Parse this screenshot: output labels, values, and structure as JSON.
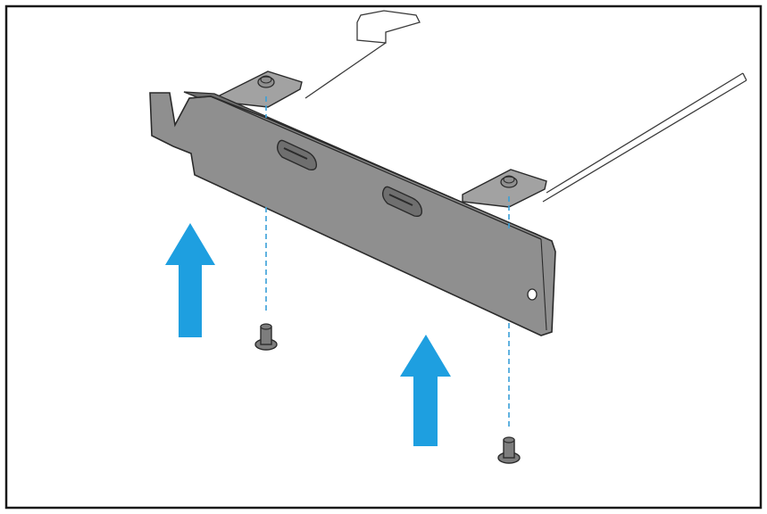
{
  "diagram": {
    "colors": {
      "frame": "#1a1a1a",
      "bracket_fill": "#8f8f8f",
      "bracket_face": "#a2a2a2",
      "bracket_shadow": "#6f6f6f",
      "outline": "#2b2b2b",
      "board_line": "#3a3a3a",
      "guide_line": "#3aa0d8",
      "arrow": "#1e9fe0",
      "screw": "#7d7d7d"
    },
    "parts": {
      "bracket": "pcie-bracket",
      "board": "expansion-card",
      "ports": [
        "usb-c-port",
        "usb-c-port"
      ],
      "screws": [
        "screw",
        "screw"
      ],
      "arrows": [
        "arrow-up",
        "arrow-up"
      ]
    }
  }
}
